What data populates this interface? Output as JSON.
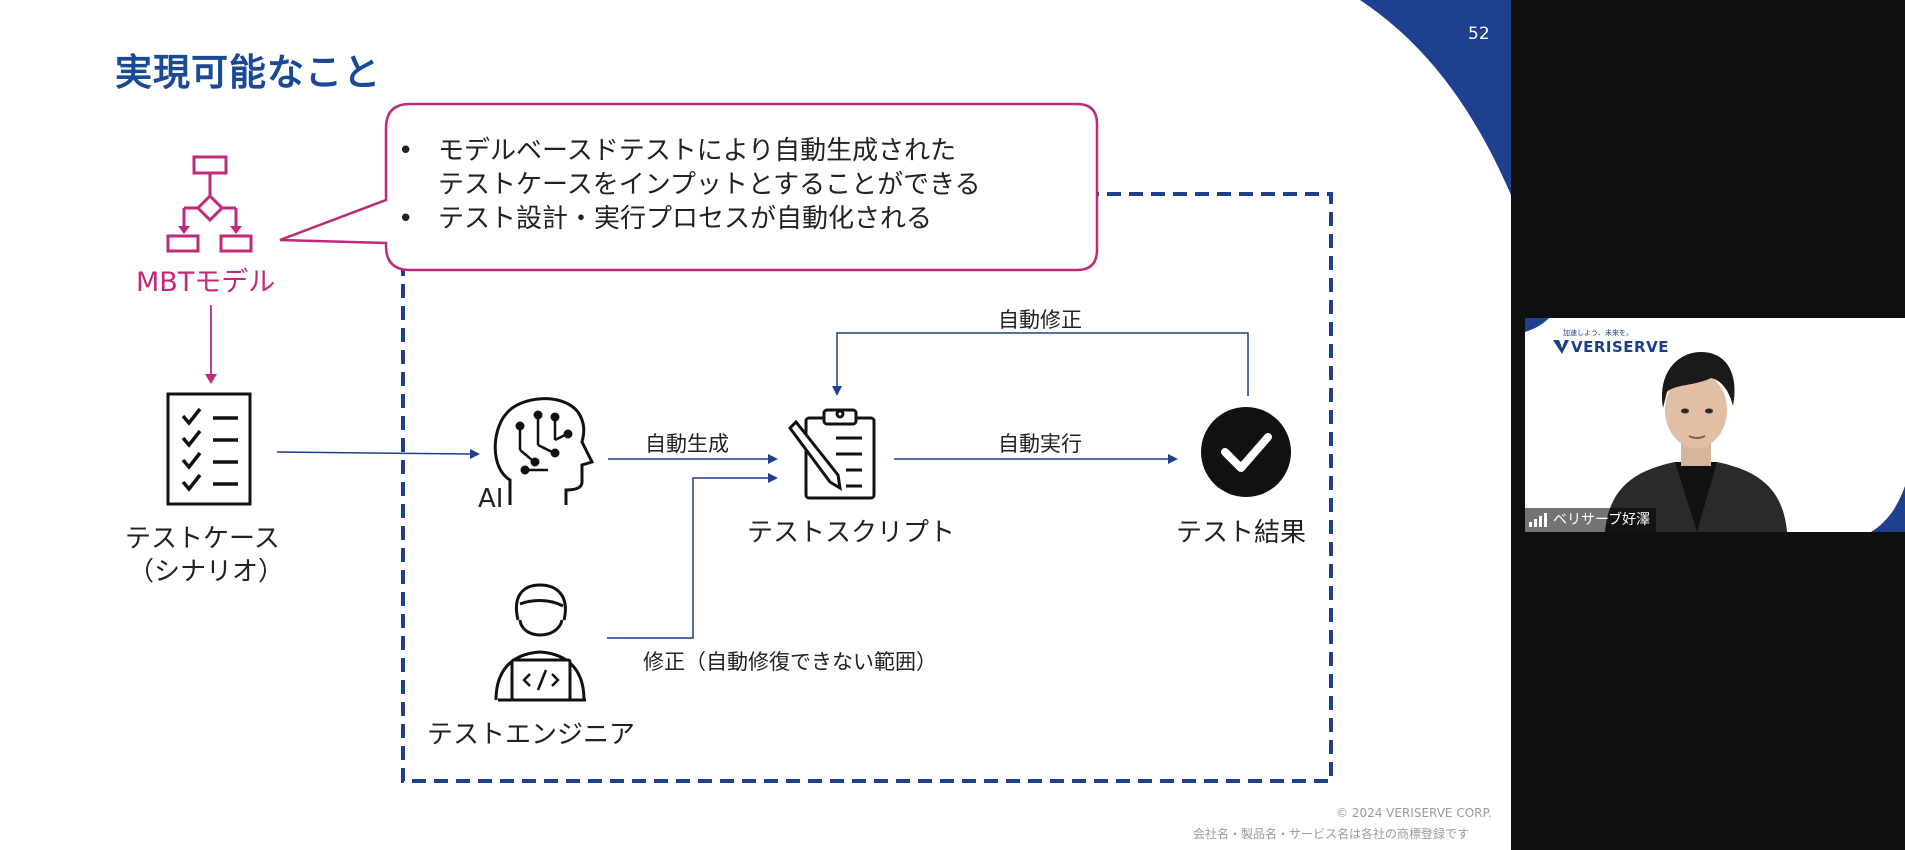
{
  "slide": {
    "title": "実現可能なこと",
    "page_number": "52",
    "bubble_bullets": [
      "モデルベースドテストにより自動生成された\nテストケースをインプットとすることができる",
      "テスト設計・実行プロセスが自動化される"
    ],
    "bullet_char": "•",
    "nodes": {
      "mbt_model": "MBTモデル",
      "test_case_line1": "テストケース",
      "test_case_line2": "（シナリオ）",
      "ai": "AI",
      "test_script": "テストスクリプト",
      "test_result": "テスト結果",
      "test_engineer": "テストエンジニア"
    },
    "edges": {
      "auto_generate": "自動生成",
      "auto_execute": "自動実行",
      "auto_fix": "自動修正",
      "manual_fix": "修正（自動修復できない範囲）"
    },
    "footer": {
      "copyright": "© 2024  VERISERVE CORP.",
      "note": "会社名・製品名・サービス名は各社の商標登録です"
    },
    "colors": {
      "title": "#1a4a96",
      "accent_blue": "#1f3f8f",
      "mbt_magenta": "#c0287a"
    }
  },
  "video_tile": {
    "brand_tagline": "加速しよう、未来を。",
    "brand_name": "VERISERVE",
    "participant_name": "ベリサーブ好澤"
  }
}
